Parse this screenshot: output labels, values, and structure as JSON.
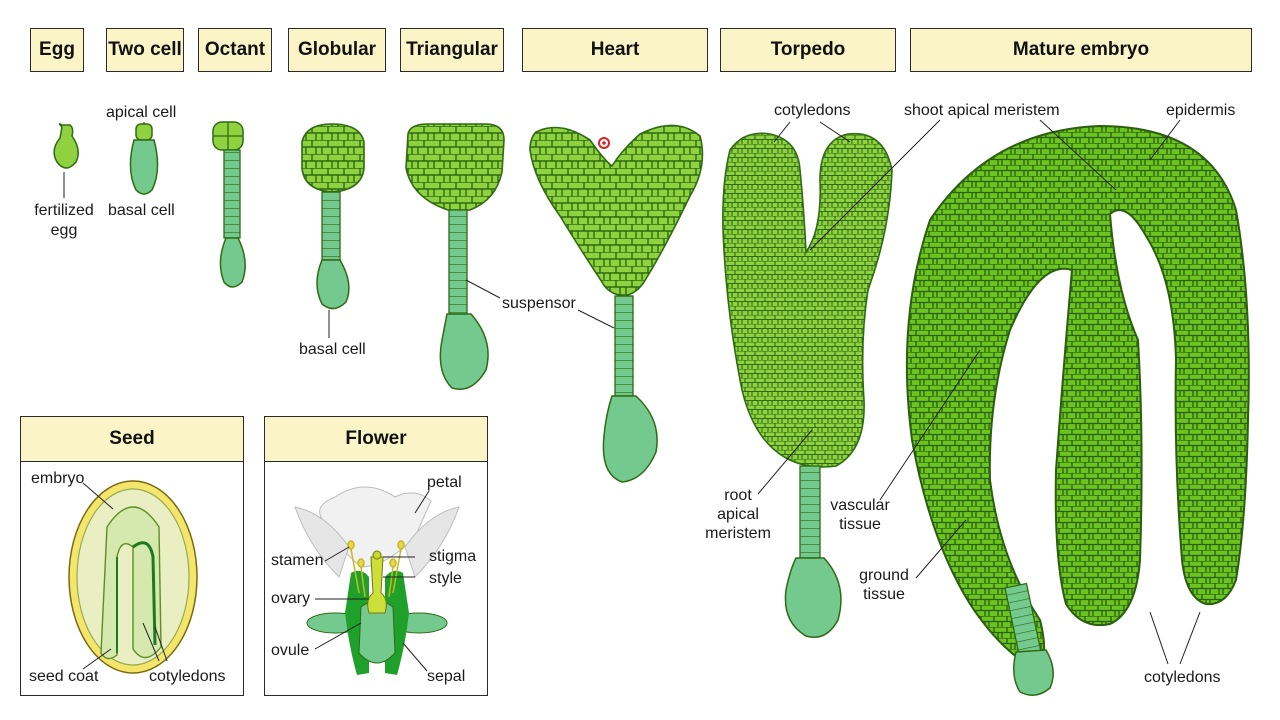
{
  "stages": [
    {
      "id": "egg",
      "label": "Egg"
    },
    {
      "id": "two-cell",
      "label": "Two cell"
    },
    {
      "id": "octant",
      "label": "Octant"
    },
    {
      "id": "globular",
      "label": "Globular"
    },
    {
      "id": "triangular",
      "label": "Triangular"
    },
    {
      "id": "heart",
      "label": "Heart"
    },
    {
      "id": "torpedo",
      "label": "Torpedo"
    },
    {
      "id": "mature",
      "label": "Mature embryo"
    }
  ],
  "labels": {
    "apical_cell": "apical cell",
    "fertilized_egg_1": "fertilized",
    "fertilized_egg_2": "egg",
    "basal_cell_1": "basal cell",
    "basal_cell_2": "basal cell",
    "suspensor": "suspensor",
    "cotyledons_top": "cotyledons",
    "shoot_apical_meristem": "shoot apical meristem",
    "epidermis": "epidermis",
    "root_1": "root",
    "root_2": "apical",
    "root_3": "meristem",
    "vascular_1": "vascular",
    "vascular_2": "tissue",
    "ground_1": "ground",
    "ground_2": "tissue",
    "cotyledons_bottom": "cotyledons"
  },
  "seed": {
    "title": "Seed",
    "embryo": "embryo",
    "seed_coat": "seed coat",
    "cotyledons": "cotyledons"
  },
  "flower": {
    "title": "Flower",
    "petal": "petal",
    "stamen": "stamen",
    "stigma": "stigma",
    "style": "style",
    "ovary": "ovary",
    "ovule": "ovule",
    "sepal": "sepal"
  },
  "colors": {
    "light_green": "#8fd13f",
    "bright_green": "#6cc51f",
    "cell_wall": "#2e6b12",
    "basal_green": "#74c98e",
    "header_fill": "#fbf4c6",
    "seed_coat": "#f3e66b"
  }
}
